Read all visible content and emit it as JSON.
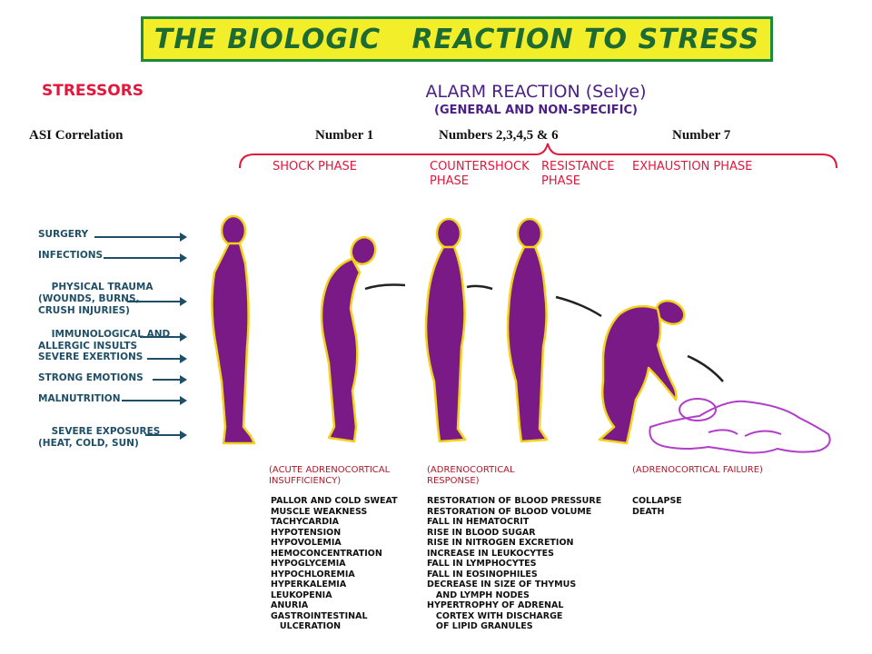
{
  "title": "THE BIOLOGIC   REACTION TO STRESS",
  "stressors_heading": "STRESSORS",
  "alarm": {
    "line1": "ALARM REACTION (Selye)",
    "line2": "(GENERAL AND NON-SPECIFIC)"
  },
  "asi": {
    "label": "ASI Correlation",
    "n1": "Number 1",
    "n2": "Numbers 2,3,4,5 & 6",
    "n3": "Number 7"
  },
  "phases": {
    "shock": "SHOCK PHASE",
    "countershock": "COUNTERSHOCK\nPHASE",
    "resistance": "RESISTANCE\nPHASE",
    "exhaustion": "EXHAUSTION  PHASE"
  },
  "stressors": [
    "SURGERY",
    "INFECTIONS",
    "PHYSICAL TRAUMA\n(WOUNDS, BURNS,\nCRUSH INJURIES)",
    "IMMUNOLOGICAL AND\nALLERGIC INSULTS",
    "SEVERE EXERTIONS",
    "STRONG EMOTIONS",
    "MALNUTRITION",
    "SEVERE EXPOSURES\n(HEAT, COLD, SUN)"
  ],
  "responses": {
    "acute": "(ACUTE ADRENOCORTICAL\nINSUFFICIENCY)",
    "adrenocortical": "(ADRENOCORTICAL\nRESPONSE)",
    "failure": "(ADRENOCORTICAL FAILURE)"
  },
  "effects": {
    "shock": "PALLOR AND COLD SWEAT\nMUSCLE WEAKNESS\nTACHYCARDIA\nHYPOTENSION\nHYPOVOLEMIA\nHEMOCONCENTRATION\nHYPOGLYCEMIA\nHYPOCHLOREMIA\nHYPERKALEMIA\nLEUKOPENIA\nANURIA\nGASTROINTESTINAL\n   ULCERATION",
    "resistance": "RESTORATION OF BLOOD PRESSURE\nRESTORATION OF BLOOD VOLUME\nFALL IN HEMATOCRIT\nRISE IN BLOOD SUGAR\nRISE IN NITROGEN EXCRETION\nINCREASE IN LEUKOCYTES\nFALL IN LYMPHOCYTES\nFALL IN EOSINOPHILES\nDECREASE IN SIZE OF THYMUS\n   AND LYMPH NODES\nHYPERTROPHY OF ADRENAL\n   CORTEX WITH DISCHARGE\n   OF LIPID GRANULES",
    "exhaustion": "COLLAPSE\nDEATH"
  },
  "colors": {
    "figure_fill": "#7a1a86",
    "figure_outline": "#f2d21c",
    "bracket": "#e2173c",
    "arrow": "#1e4f66"
  }
}
